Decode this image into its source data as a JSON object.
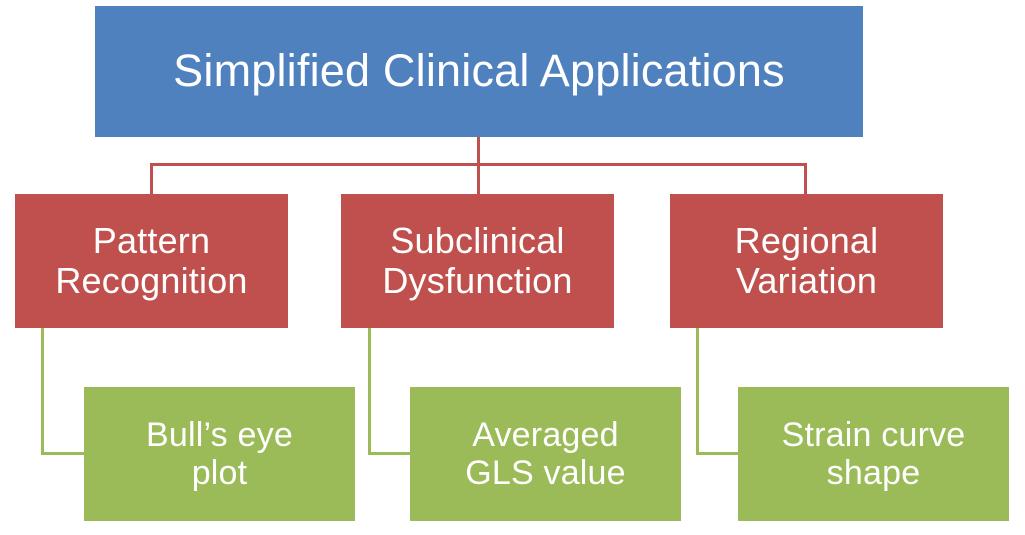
{
  "diagram": {
    "type": "hierarchy-flowchart",
    "title_node": {
      "label": "Simplified Clinical Applications",
      "color": "#4E81BD",
      "text_color": "#FFFFFF"
    },
    "level2": [
      {
        "line1": "Pattern",
        "line2": "Recognition",
        "color": "#C0504D"
      },
      {
        "line1": "Subclinical",
        "line2": "Dysfunction",
        "color": "#C0504D"
      },
      {
        "line1": "Regional",
        "line2": "Variation",
        "color": "#C0504D"
      }
    ],
    "level3": [
      {
        "line1": "Bull’s eye",
        "line2": "plot",
        "color": "#9BBB59"
      },
      {
        "line1": "Averaged",
        "line2": "GLS value",
        "color": "#9BBB59"
      },
      {
        "line1": "Strain curve",
        "line2": "shape",
        "color": "#9BBB59"
      }
    ],
    "connectors": {
      "level1_to_level2_color": "#C0504D",
      "level2_to_level3_color": "#9BBB59"
    },
    "background": "#FFFFFF"
  }
}
